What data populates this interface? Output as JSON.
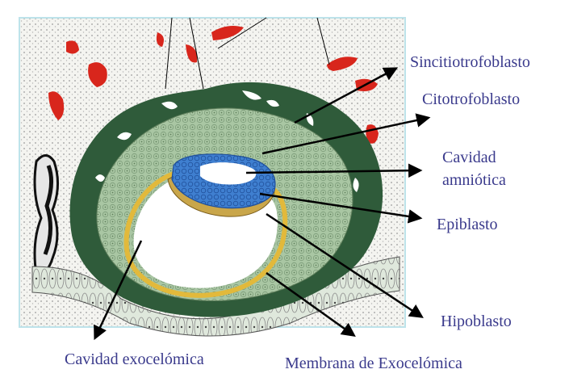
{
  "labels": {
    "sincitiotrofoblasto": "Sincitiotrofoblasto",
    "citotrofoblasto": "Citotrofoblasto",
    "cavidad_amniotica_l1": "Cavidad",
    "cavidad_amniotica_l2": "amniótica",
    "epiblasto": "Epiblasto",
    "hipoblasto": "Hipoblasto",
    "cavidad_exocelomica": "Cavidad exocelómica",
    "membrana_exocelomica": "Membrana de Exocelómica"
  },
  "colors": {
    "label_text": "#3a3a8c",
    "frame": "#bde3ea",
    "sincitio": "#2f5b3a",
    "citotrofo": "#a9c6a3",
    "amnios": "#3f7fd0",
    "hipoblasto": "#c9a64a",
    "membrana": "#e2b93b",
    "blood": "#d8261c",
    "arrow": "#000000"
  }
}
